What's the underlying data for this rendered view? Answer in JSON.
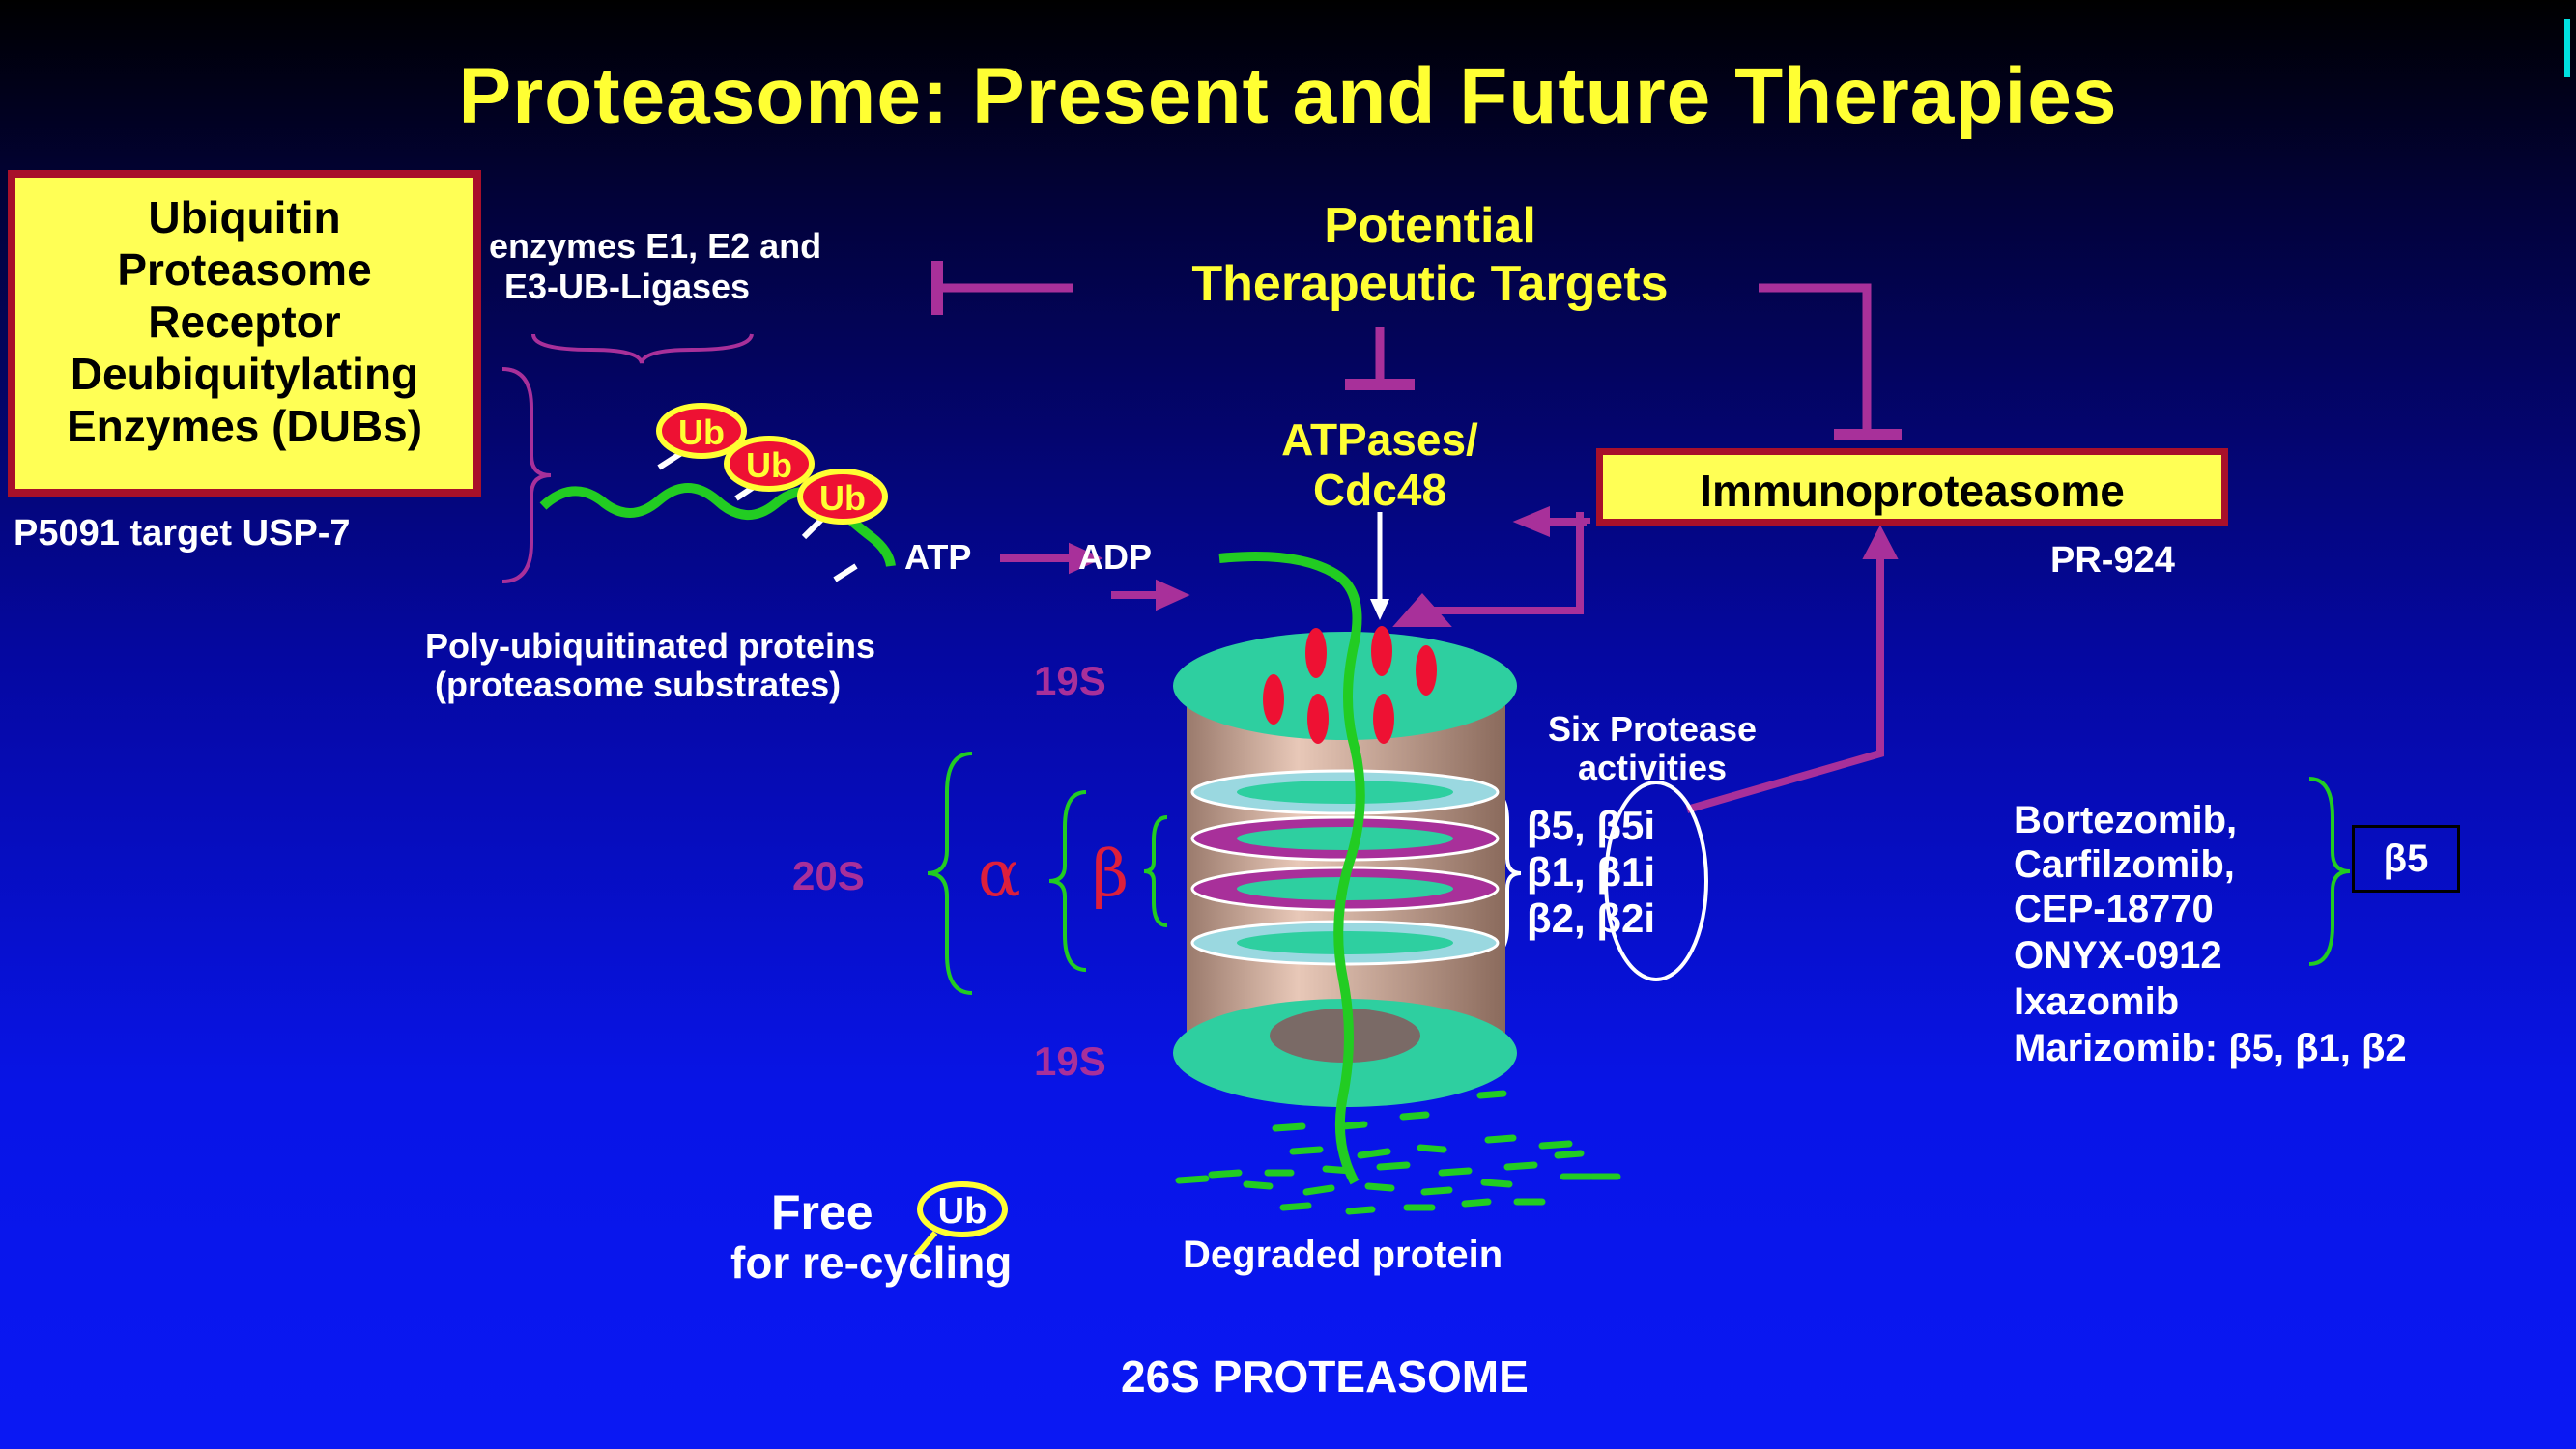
{
  "title": "Proteasome: Present and Future Therapies",
  "ub_box": {
    "lines": [
      "Ubiquitin",
      "Proteasome",
      "Receptor",
      "Deubiquitylating",
      "Enzymes (DUBs)"
    ],
    "bg": "#ffff55",
    "border": "#a8102a"
  },
  "p5091": "P5091 target USP-7",
  "enzymes": [
    "enzymes E1, E2 and",
    "E3-UB-Ligases"
  ],
  "ub_label": "Ub",
  "poly": [
    "Poly-ubiquitinated proteins",
    "(proteasome substrates)"
  ],
  "targets": [
    "Potential",
    "Therapeutic Targets"
  ],
  "atpases": [
    "ATPases/",
    "Cdc48"
  ],
  "atp": "ATP",
  "adp": "ADP",
  "immuno": "Immunoproteasome",
  "pr924": "PR-924",
  "s19_top": "19S",
  "s19_bottom": "19S",
  "s20": "20S",
  "alpha": "α",
  "beta": "β",
  "six_protease": [
    "Six Protease",
    "activities"
  ],
  "protease_rows": [
    "β5, β5i",
    "β1, β1i",
    "β2, β2i"
  ],
  "drugs": [
    "Bortezomib,",
    "Carfilzomib,",
    "CEP-18770",
    "ONYX-0912",
    "Ixazomib",
    "Marizomib: β5, β1, β2"
  ],
  "beta5_box": "β5",
  "free_ub": [
    "Free",
    "for re-cycling"
  ],
  "degraded": "Degraded protein",
  "proteasome_26s": "26S PROTEASOME",
  "colors": {
    "title_yellow": "#ffff33",
    "arrow_magenta": "#a8309a",
    "protein_green": "#22cc22",
    "ring_teal": "#2ecfa0",
    "cylinder": "#c8a898",
    "ub_red": "#ee1133"
  }
}
